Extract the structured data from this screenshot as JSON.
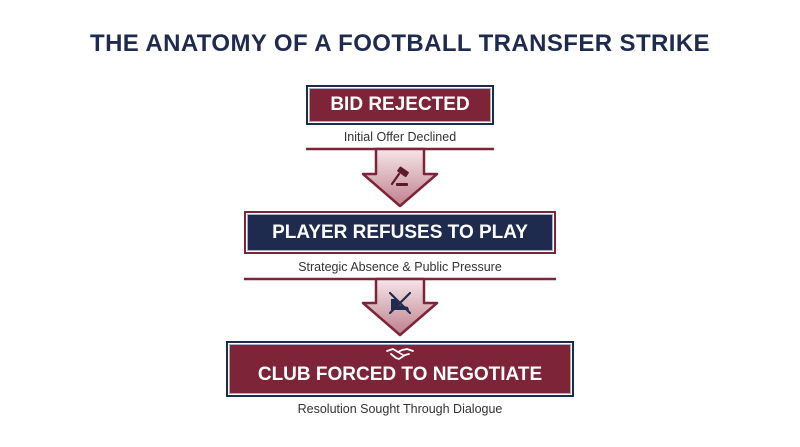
{
  "title": "THE ANATOMY OF A FOOTBALL TRANSFER STRIKE",
  "steps": [
    {
      "label": "BID REJECTED",
      "subtitle": "Initial Offer Declined",
      "icon": "gavel-icon"
    },
    {
      "label": "PLAYER REFUSES TO PLAY",
      "subtitle": "Strategic Absence & Public Pressure",
      "icon": "crossed-out-boot-icon"
    },
    {
      "label": "CLUB FORCED TO NEGOTIATE",
      "subtitle": "Resolution Sought Through Dialogue",
      "icon": "handshake-icon"
    }
  ],
  "colors": {
    "navy": "#1e2b4f",
    "maroon": "#7d2438",
    "arrow_fill_light": "#f3e1e4",
    "arrow_fill_dark": "#c58b97"
  }
}
